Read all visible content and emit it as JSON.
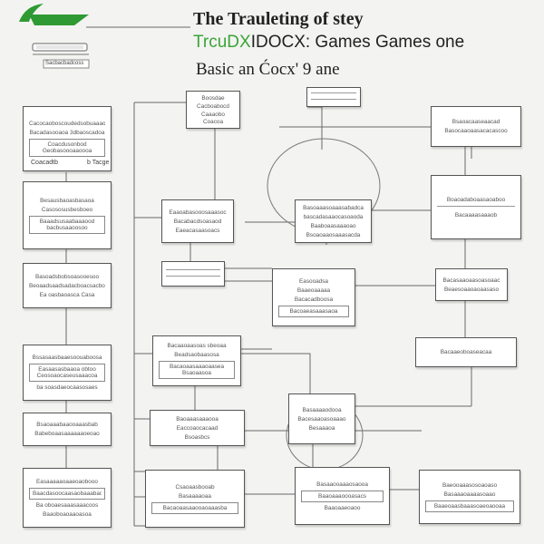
{
  "header": {
    "title_line1": "The Trauleting  of   stey",
    "title_line2_green": "TrcuDX",
    "title_line2_dark": "IDOCX: Games Games one",
    "title_line3": "Basic an Ćocx' 9 ane"
  },
  "logo": {
    "caption": "Sacbacbadcoss"
  },
  "boxes": {
    "left_1": [
      "Cacocaoboscoudedsobuaaaoocy",
      "Bacadasooaoa 3dbaoscadoa",
      "Coacdusonbod",
      "Geobasoooaaoooa"
    ],
    "left_label_a": "Coacadtb",
    "left_label_b": "b  Tacge",
    "left_2": [
      "Besausbaoasbasaoa",
      "Casososusbesboeo",
      "Baaadsusaabaaaood",
      "bacbusaaoosoo"
    ],
    "left_3": [
      "Basoadsbobsoasooesoo",
      "Beoaadsaadsadacboacsacbosaa",
      "Ea oasbaoasca Casa"
    ],
    "left_4": [
      "Bssasaasbaaesoouaboosa",
      "Easaasasbaaoa obtoo",
      "Ceosoaocaseusaaacoa",
      "ba soasdaeocaasosaes"
    ],
    "left_5": [
      "Bsaoaaabaaooaaasbab",
      "Babeboaasaaaaaaoeoao"
    ],
    "left_6": [
      "Easaaaaaoaaeoaobooo",
      "Baacdasoocaasaobaaabaca",
      "Ba oboaesaaasaaacoos",
      "Baaoboaoaaoasoa"
    ],
    "col2_top": [
      "Boosdae",
      "Cacboabocd",
      "Caaaobo",
      "Coacoa"
    ],
    "col2_a": [
      "Eaaoabasooosaaasoc",
      "Bacabacdsoasaod",
      "Eaeacasaasoacs"
    ],
    "col2_b": [
      "Bacaaoaasoas sbeoaa",
      "Beadsaobaasosa",
      "Bacaoaasaaaoaasea",
      "Bsaoaasoa"
    ],
    "col2_c": [
      "Baoaaasaaaooa",
      "Eaccoaocacaad",
      "Bsoasbcs"
    ],
    "col2_d": [
      "Csaoaasbooab",
      "Basaaaaoaa",
      "Bacaoaasaaooaoaaasba"
    ],
    "col3_a": [
      "Basoaaasoaaasabadca",
      "bascadasaaocasoaoda",
      "Baaboaasaaaoao",
      "Bsoaoaaosaaasacda"
    ],
    "col3_b": [
      "Easooadsa",
      "Baaeoaaaaa",
      "Bacacadboosa",
      "Bacoaeasaaasaoa"
    ],
    "col3_c": [
      "Basaaaaodooa",
      "Bacesaaoasoaaao",
      "Besaaaoa"
    ],
    "col3_d": [
      "Basaaooaaaosaooa",
      "Baaoaaaoooasacs",
      "Baaoaaeoaoo"
    ],
    "col4_a": [
      "Bsaoacaaseaacad",
      "Basocaaoaasacacascoo"
    ],
    "col4_b": [
      "Boaoadaboaasaoaboo",
      "Bacaaaasaaaob"
    ],
    "col4_c": [
      "Bacasaaoaasoasoaac",
      "Beaesoaaoaoaasaso"
    ],
    "col4_d": [
      "Bacaaeoboaseacaa"
    ],
    "col4_e": [
      "Baeooaaasosoaoaso",
      "Basaaaoaaaasoaao",
      "Baaeoaasbaaasoaeoaooaa"
    ]
  }
}
